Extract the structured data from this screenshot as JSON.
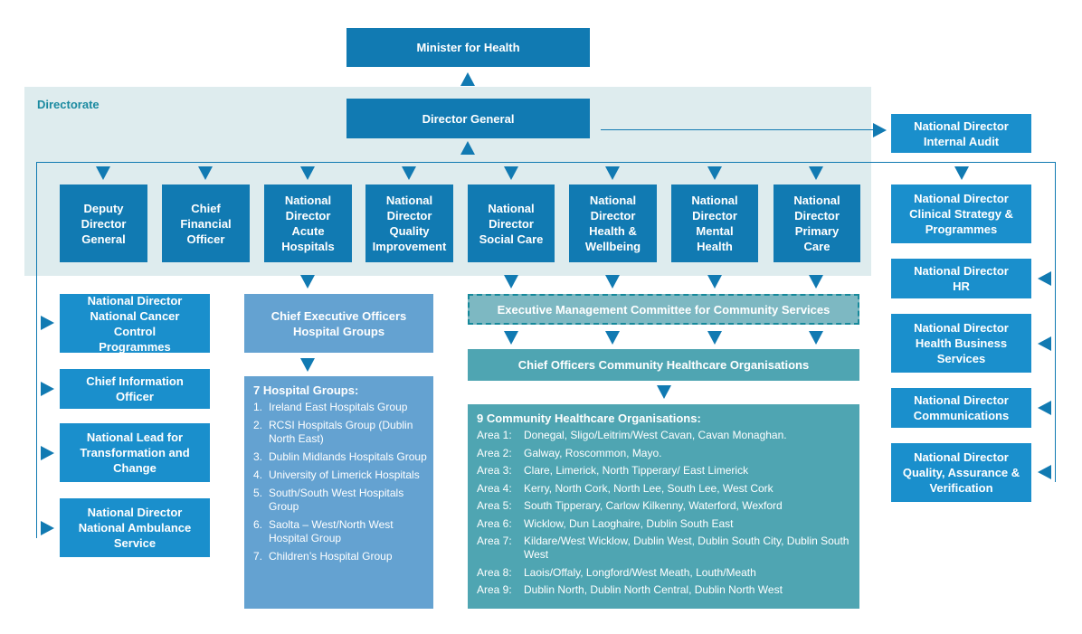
{
  "minister": "Minister for Health",
  "directorate_label": "Directorate",
  "director_general": "Director General",
  "internal_audit": "National Director Internal Audit",
  "directorate_row": [
    "Deputy Director General",
    "Chief Financial Officer",
    "National Director Acute Hospitals",
    "National Director Quality Improvement",
    "National Director Social Care",
    "National Director Health & Wellbeing",
    "National Director Mental Health",
    "National Director Primary Care"
  ],
  "left_column": [
    "National Director National Cancer Control Programmes",
    "Chief Information Officer",
    "National Lead for Transformation and Change",
    "National Director National Ambulance Service"
  ],
  "right_column": [
    "National Director Clinical Strategy & Programmes",
    "National Director HR",
    "National Director Health Business Services",
    "National Director Communications",
    "National Director Quality, Assurance & Verification"
  ],
  "hospital_ceo": "Chief Executive Officers Hospital Groups",
  "hospital_groups": {
    "title": "7 Hospital Groups:",
    "items": [
      {
        "num": "1.",
        "name": "Ireland East Hospitals Group"
      },
      {
        "num": "2.",
        "name": "RCSI Hospitals Group (Dublin North East)"
      },
      {
        "num": "3.",
        "name": "Dublin Midlands Hospitals Group"
      },
      {
        "num": "4.",
        "name": "University of Limerick Hospitals"
      },
      {
        "num": "5.",
        "name": "South/South West Hospitals Group"
      },
      {
        "num": "6.",
        "name": "Saolta – West/North West Hospital Group"
      },
      {
        "num": "7.",
        "name": "Children’s Hospital Group"
      }
    ]
  },
  "exec_committee": "Executive Management Committee for Community Services",
  "chief_officers": "Chief Officers Community Healthcare Organisations",
  "cho": {
    "title": "9 Community Healthcare Organisations:",
    "areas": [
      {
        "label": "Area 1:",
        "text": "Donegal, Sligo/Leitrim/West Cavan, Cavan Monaghan."
      },
      {
        "label": "Area 2:",
        "text": "Galway, Roscommon, Mayo."
      },
      {
        "label": "Area 3:",
        "text": "Clare, Limerick, North Tipperary/ East Limerick"
      },
      {
        "label": "Area 4:",
        "text": "Kerry, North Cork, North Lee, South Lee, West Cork"
      },
      {
        "label": "Area 5:",
        "text": "South Tipperary, Carlow Kilkenny, Waterford, Wexford"
      },
      {
        "label": "Area 6:",
        "text": "Wicklow, Dun Laoghaire, Dublin South East"
      },
      {
        "label": "Area 7:",
        "text": "Kildare/West Wicklow, Dublin West, Dublin South City, Dublin South West"
      },
      {
        "label": "Area 8:",
        "text": "Laois/Offaly, Longford/West Meath, Louth/Meath"
      },
      {
        "label": "Area 9:",
        "text": "Dublin North, Dublin North Central, Dublin North West"
      }
    ]
  },
  "colors": {
    "dark": "#117ab2",
    "light": "#1a8fcc",
    "hospital": "#64a2d1",
    "cho": "#4fa5b2",
    "exec": "#7db8c2",
    "directorate_bg": "#deecee"
  }
}
